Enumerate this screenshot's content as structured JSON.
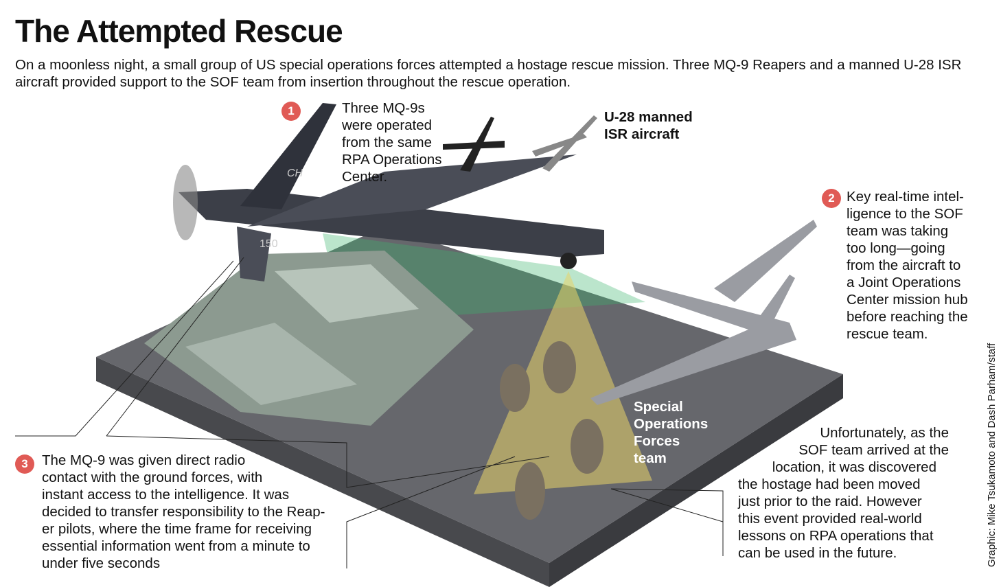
{
  "title": "The Attempted Rescue",
  "intro": "On a moonless night, a small group of US special operations forces attempted a hostage rescue mission. Three MQ-9 Reapers and a manned U-28 ISR aircraft provided support to the SOF team from insertion throughout the rescue operation.",
  "callouts": [
    {
      "number": "1",
      "lines": [
        "Three MQ-9s",
        "were operated",
        "from the same",
        "RPA Operations",
        "Center."
      ]
    },
    {
      "number": "2",
      "lines": [
        "Key real-time intel-",
        "ligence to the SOF",
        "team was taking",
        "too long—going",
        "from the aircraft to",
        "a Joint Operations",
        "Center mission hub",
        "before reaching the",
        "rescue team."
      ]
    },
    {
      "number": "3",
      "lines": [
        "The MQ-9 was given direct radio",
        "contact with the ground forces, with",
        "instant access to the intelligence. It was",
        "decided to transfer responsibility to the Reap-",
        "er pilots, where the time frame for receiving",
        "essential information went from a minute to",
        "under five seconds"
      ]
    }
  ],
  "labels": {
    "u28": [
      "U-28 manned",
      "ISR aircraft"
    ],
    "sof": [
      "Special",
      "Operations",
      "Forces",
      "team"
    ],
    "drone_tail": "CH",
    "drone_number": "150"
  },
  "outcome_lines": [
    "Unfortunately, as the",
    "SOF team arrived at the",
    "location, it was discovered",
    "the hostage had been moved",
    "just prior to the raid. However",
    "this event provided real-world",
    "lessons on RPA operations that",
    "can be used in the future."
  ],
  "credit": "Graphic: Mike Tsukamoto and Dash Parham/staff",
  "colors": {
    "badge": "#e05a55",
    "platform": "#5c5d62",
    "beam": "#e8d36a",
    "sensor_green": "#3cb46e"
  }
}
